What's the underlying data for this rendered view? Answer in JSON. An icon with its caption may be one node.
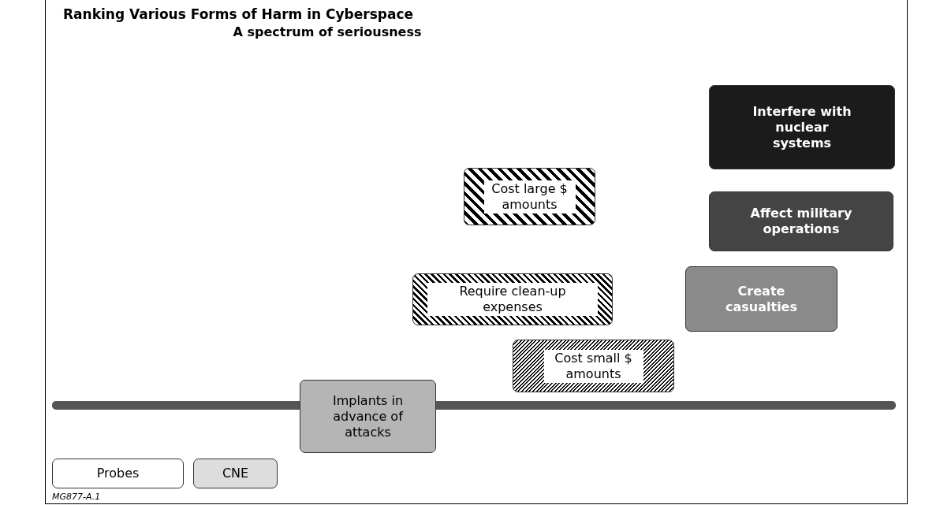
{
  "diagram": {
    "title": "Ranking Various Forms of Harm in Cyberspace",
    "nodes": [
      {
        "text": [
          "Interfere with nuclear systems"
        ]
      },
      {
        "text": [
          "Cost large $ amounts"
        ]
      },
      {
        "text": [
          "Affect military operations"
        ]
      },
      {
        "text": [
          "Require clean-up expenses"
        ]
      },
      {
        "text": [
          "Create casualties"
        ]
      },
      {
        "text": [
          "Cost small $ amounts"
        ]
      },
      {
        "text": [
          "Implants in advance of attacks"
        ]
      },
      {
        "text": [
          "Probes"
        ]
      },
      {
        "text": [
          "CNE"
        ]
      }
    ],
    "edges": [],
    "labels": [
      "A spectrum of seriousness",
      "MG877-A.1"
    ]
  }
}
